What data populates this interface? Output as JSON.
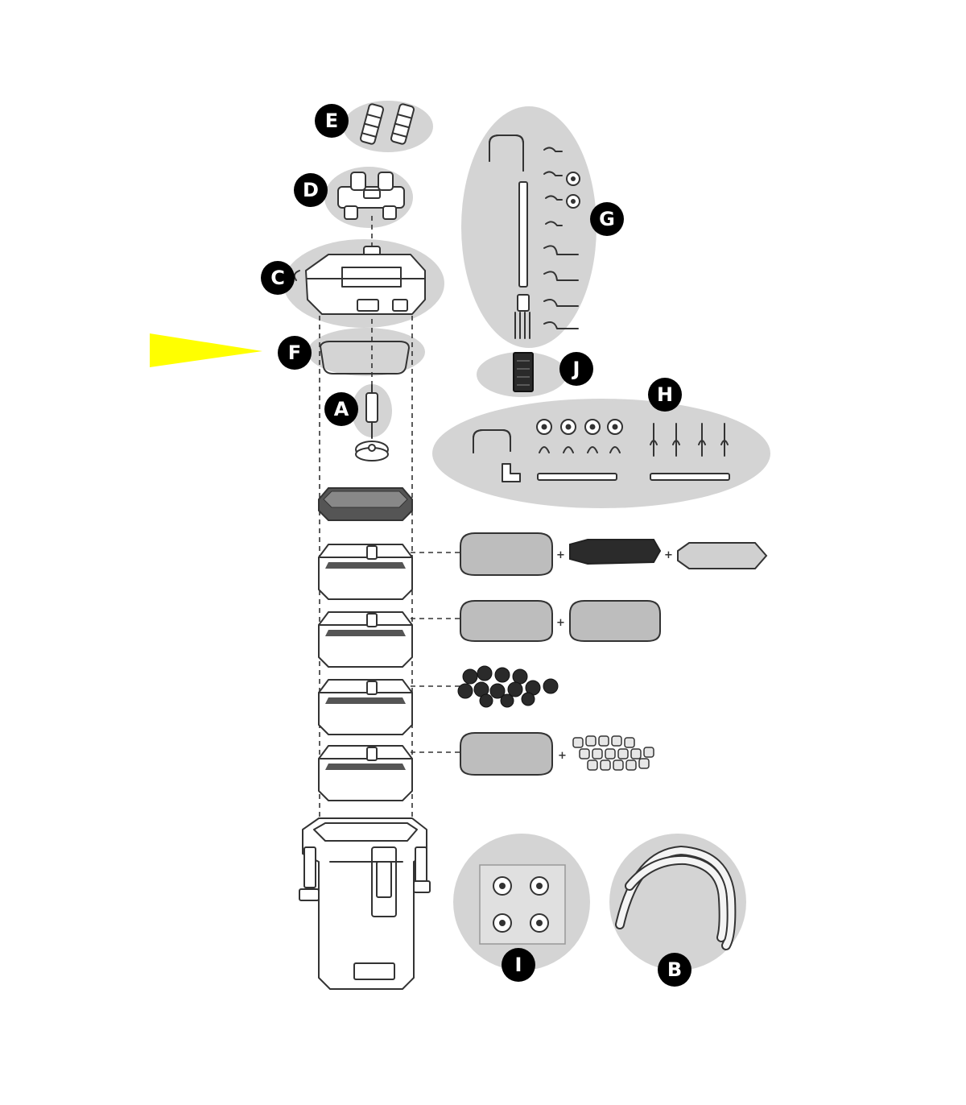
{
  "labels": {
    "A": "A",
    "B": "B",
    "C": "C",
    "D": "D",
    "E": "E",
    "F": "F",
    "G": "G",
    "H": "H",
    "I": "I",
    "J": "J"
  },
  "plus_sign": "+",
  "colors": {
    "pointer": "#ffff00",
    "halo": "#d4d4d4",
    "label_badge": "#000000",
    "line": "#333333"
  },
  "pointer": {
    "target": "F"
  }
}
